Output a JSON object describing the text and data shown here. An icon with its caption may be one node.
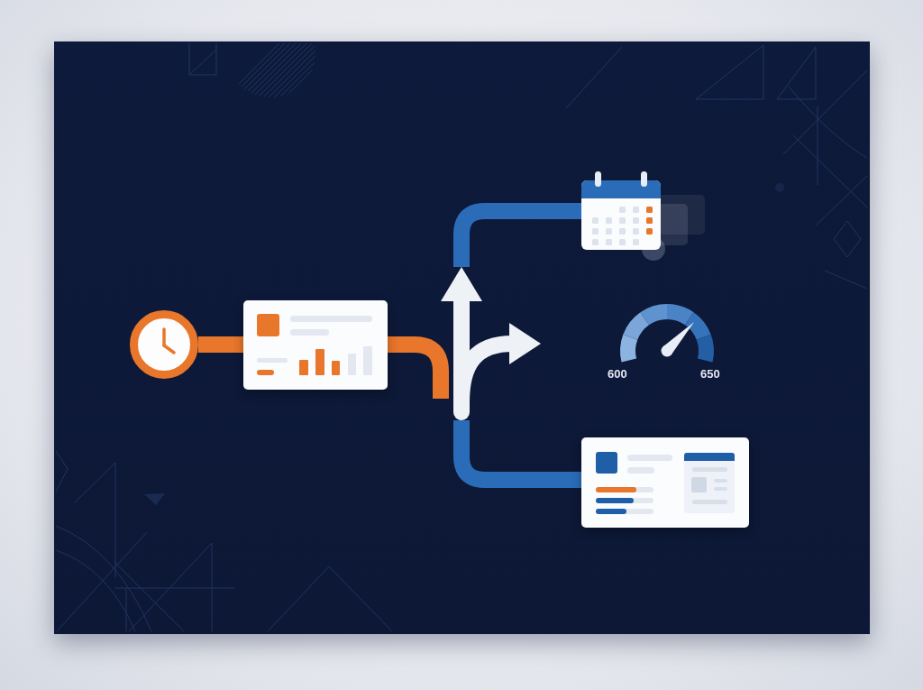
{
  "diagram": {
    "nodes": [
      {
        "text": [],
        "shape": "picture"
      },
      {
        "text": [],
        "shape": "picture"
      },
      {
        "text": [],
        "shape": "picture"
      },
      {
        "text": [],
        "shape": "picture"
      },
      {
        "text": [],
        "shape": "picture"
      },
      {
        "text": [],
        "shape": "picture"
      }
    ],
    "edges": [
      {
        "from": 0,
        "to": 1,
        "arrow": "none",
        "color": "#e8762b"
      },
      {
        "from": 1,
        "to": 2,
        "arrow": "none",
        "color": "#e8762b"
      },
      {
        "from": 2,
        "to": 3,
        "arrow": "none",
        "color": "#2b6cb8"
      },
      {
        "from": 2,
        "to": 5,
        "arrow": "none",
        "color": "#2b6cb8"
      }
    ],
    "labels": [
      "600",
      "650"
    ]
  }
}
